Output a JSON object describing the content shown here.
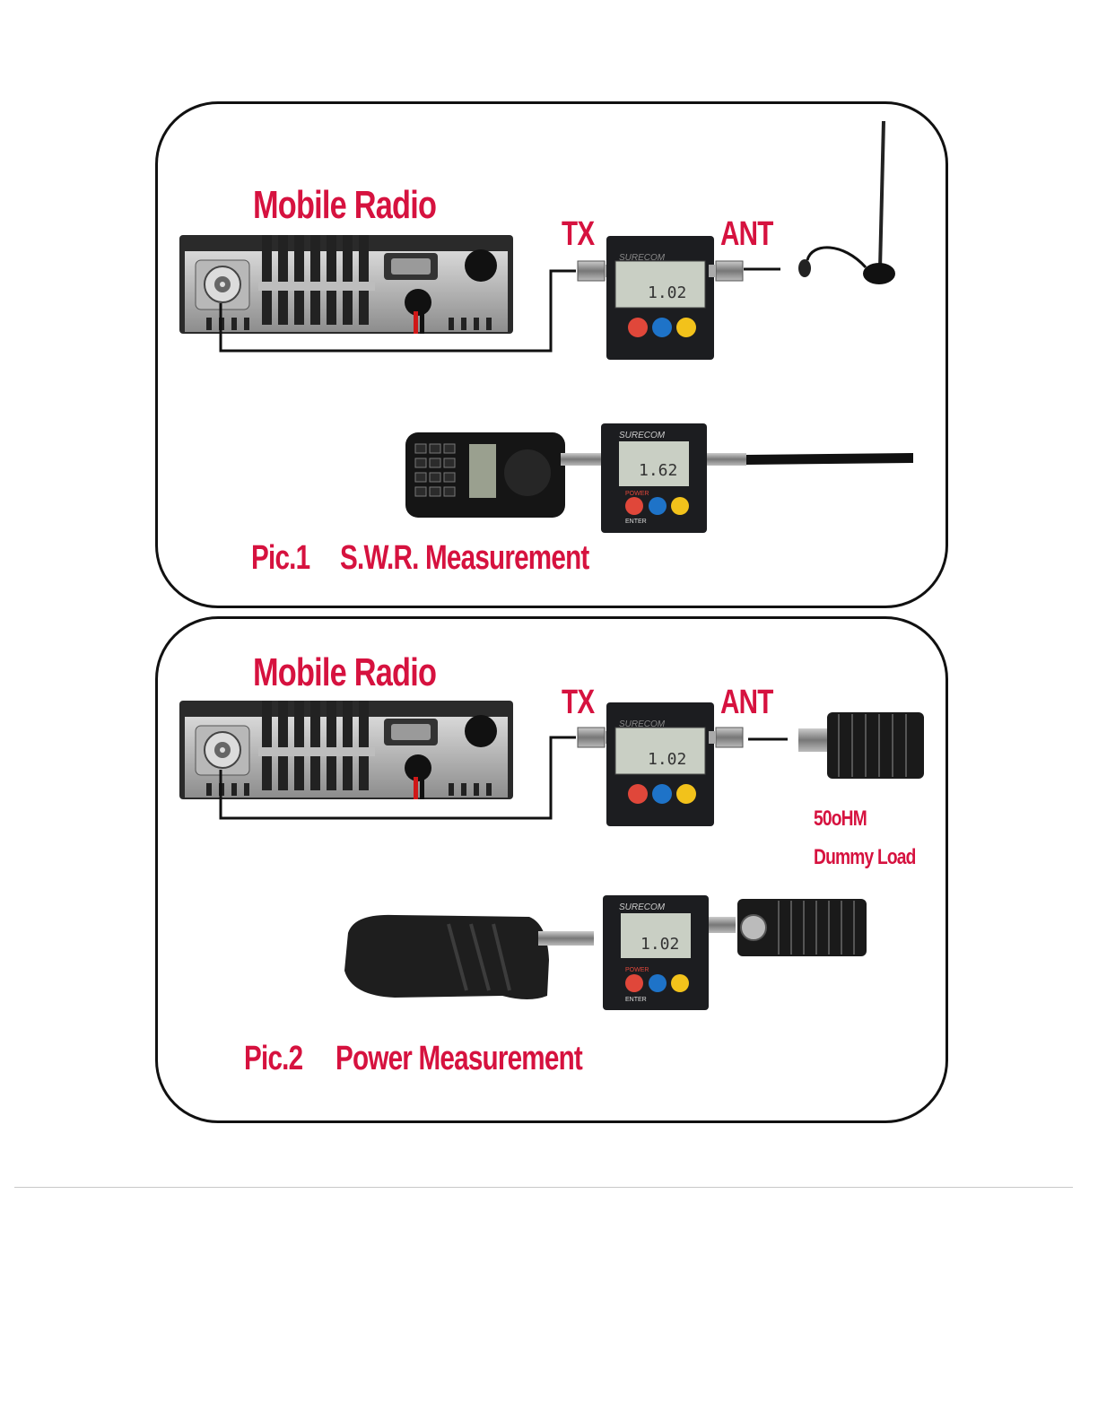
{
  "panels": [
    {
      "title": "Mobile Radio",
      "tx": "TX",
      "ant": "ANT",
      "meter_brand": "SURECOM",
      "meter_reading_top": "1.02",
      "meter_reading_bottom": "1.62",
      "caption_pic": "Pic.1",
      "caption_text": "S.W.R. Measurement"
    },
    {
      "title": "Mobile Radio",
      "tx": "TX",
      "ant": "ANT",
      "meter_brand": "SURECOM",
      "meter_reading_top": "1.02",
      "meter_reading_bottom": "1.02",
      "load_line1": "50oHM",
      "load_line2": "Dummy Load",
      "caption_pic": "Pic.2",
      "caption_text": "Power Measurement"
    }
  ],
  "meter_buttons": [
    "POWER",
    "ENTER"
  ],
  "colors": {
    "label_red": "#d6123f",
    "button_red": "#e0473a",
    "button_blue": "#1e73c8",
    "button_yellow": "#f2c21b",
    "lcd": "#c9cfc4",
    "device_dark": "#1b1c1e"
  }
}
